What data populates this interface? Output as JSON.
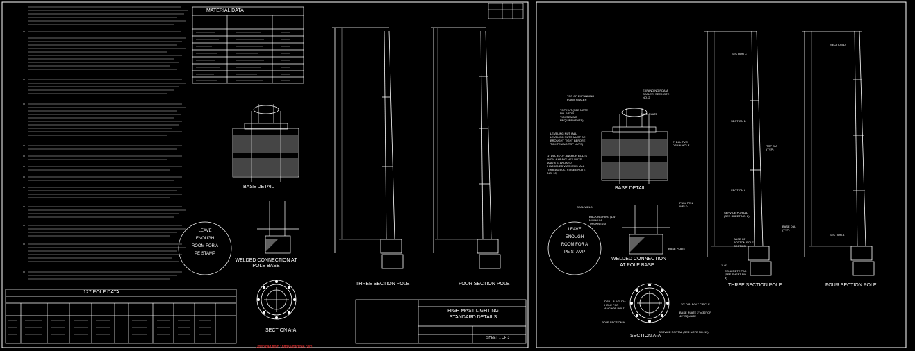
{
  "left_sheet": {
    "material_table_title": "MATERIAL DATA",
    "pole_data_title": "127 POLE DATA",
    "base_detail_label": "BASE DETAIL",
    "weld_label": "WELDED CONNECTION AT POLE BASE",
    "section_label": "SECTION A-A",
    "three_pole_label": "THREE SECTION POLE",
    "four_pole_label": "FOUR SECTION POLE",
    "stamp": {
      "line1": "LEAVE",
      "line2": "ENOUGH",
      "line3": "ROOM FOR A",
      "line4": "PE STAMP"
    },
    "title_block": {
      "line1": "HIGH MAST LIGHTING",
      "line2": "STANDARD DETAILS",
      "sheet": "SHEET 1 OF 3"
    }
  },
  "right_sheet": {
    "base_detail_label": "BASE DETAIL",
    "weld_label_1": "WELDED CONNECTION",
    "weld_label_2": "AT POLE BASE",
    "section_label": "SECTION A-A",
    "three_pole_label": "THREE SECTION POLE",
    "four_pole_label": "FOUR SECTION POLE",
    "stamp": {
      "line1": "LEAVE",
      "line2": "ENOUGH",
      "line3": "ROOM FOR A",
      "line4": "PE STAMP"
    },
    "callouts": {
      "top_expanding": "TOP OF EXPANDING FOAM SEALER",
      "expanding_foam": "EXPANDING FOAM SEALER, SEE NOTE NO. 2",
      "top_nut": "TOP NUT (SEE NOTE NO. 9 FOR TIGHTENING REQUIREMENTS)",
      "leveling_nut": "LEVELING NUT (ALL LEVELING NUTS MUST BE BROUGHT TIGHT BEFORE TIGHTENING TOP NUTS)",
      "anchor_bolt": "1\" DIA. x 7'-0\" ANCHOR BOLTS WITH 4 HEAVY HEX NUTS AND 4 STANDARD HARDENED WASHERS (ALL THREAD BOLTS) (SEE NOTE NO. 10)",
      "base_plate": "BASE PLATE",
      "pvc": "2\" DIA. PVC DRAIN HOLE",
      "seal_weld": "SEAL WELD",
      "backing_ring": "BACKING RING (1/4\" MINIMUM THICKNESS)",
      "full_pen": "FULL PEN. WELD",
      "base_plate_2": "BASE PLATE",
      "section_b": "SECTION B",
      "section_c": "SECTION C",
      "section_d": "SECTION D",
      "section_a": "SECTION A",
      "service_portal": "SERVICE PORTAL (SEE SHEET NO. 2)",
      "top_dia": "TOP DIA (TYP)",
      "base_dia": "BASE DIA (TYP)",
      "base_of_bottom": "BASE OF BOTTOM POLE SECTION",
      "concrete_pad": "CONCRETE PAD (SEE SHEET NO. 3)",
      "section_a_pole": "SECTION A",
      "one_ft": "1'-0\"",
      "drill": "DRILL & 1/2\" DIA. HOLE FOR ANCHOR BOLT",
      "bolt_circle": "30\" DIA. BOLT CIRCLE",
      "base_plate_3": "BASE PLATE 2\" x 36\" OR 40\" SQUARE",
      "pole_section_a": "POLE SECTION A",
      "service_portal_2": "SERVICE PORTAL (SEE NOTE NO. 11)"
    }
  },
  "footer": "Download from : https://dwgfree.com"
}
